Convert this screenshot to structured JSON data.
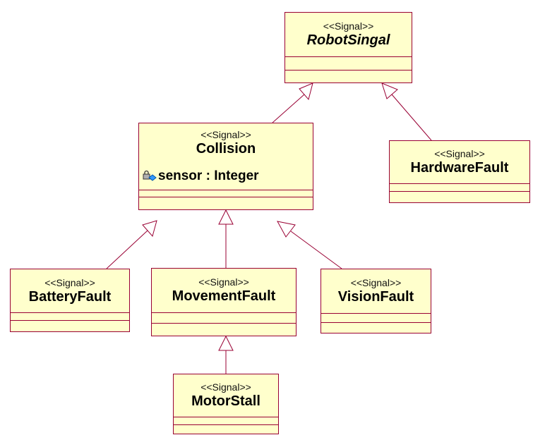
{
  "colors": {
    "fill": "#ffffcc",
    "border": "#990033",
    "line": "#990033"
  },
  "classes": {
    "robot_singal": {
      "stereotype": "<<Signal>>",
      "name": "RobotSingal",
      "abstract": true
    },
    "collision": {
      "stereotype": "<<Signal>>",
      "name": "Collision",
      "attributes": [
        "sensor : Integer"
      ]
    },
    "hardware_fault": {
      "stereotype": "<<Signal>>",
      "name": "HardwareFault"
    },
    "battery_fault": {
      "stereotype": "<<Signal>>",
      "name": "BatteryFault"
    },
    "movement_fault": {
      "stereotype": "<<Signal>>",
      "name": "MovementFault"
    },
    "vision_fault": {
      "stereotype": "<<Signal>>",
      "name": "VisionFault"
    },
    "motor_stall": {
      "stereotype": "<<Signal>>",
      "name": "MotorStall"
    }
  },
  "generalizations": [
    {
      "child": "collision",
      "parent": "robot_singal"
    },
    {
      "child": "hardware_fault",
      "parent": "robot_singal"
    },
    {
      "child": "battery_fault",
      "parent": "collision"
    },
    {
      "child": "movement_fault",
      "parent": "collision"
    },
    {
      "child": "vision_fault",
      "parent": "collision"
    },
    {
      "child": "motor_stall",
      "parent": "movement_fault"
    }
  ]
}
